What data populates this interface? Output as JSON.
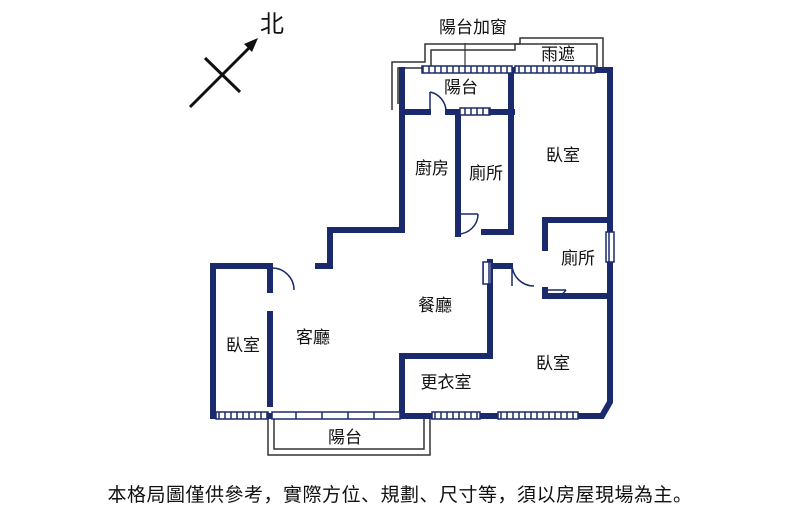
{
  "compass": {
    "north_label": "北"
  },
  "rooms": {
    "balcony_window_label": "陽台加窗",
    "canopy_label": "雨遮",
    "balcony_top": "陽台",
    "kitchen": "廚房",
    "bathroom_1": "廁所",
    "bedroom_master": "臥室",
    "bathroom_2": "廁所",
    "dining": "餐廳",
    "living": "客廳",
    "bedroom_left": "臥室",
    "walk_in_closet": "更衣室",
    "bedroom_right": "臥室",
    "balcony_bottom": "陽台"
  },
  "colors": {
    "wall": "#1a2a6c",
    "thin_line": "#333333"
  },
  "disclaimer": "本格局圖僅供參考，實際方位、規劃、尺寸等，須以房屋現場為主。"
}
